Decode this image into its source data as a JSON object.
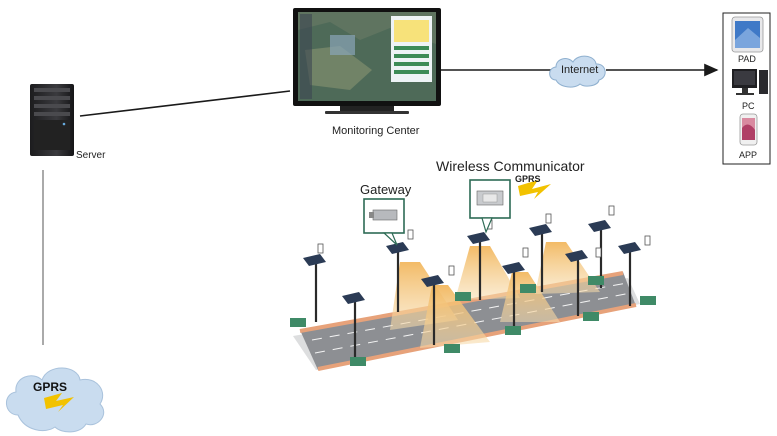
{
  "labels": {
    "server": "Server",
    "monitoring_center": "Monitoring Center",
    "internet": "Internet",
    "pad": "PAD",
    "pc": "PC",
    "app": "APP",
    "wireless_communicator": "Wireless Communicator",
    "gateway": "Gateway",
    "gprs_link": "GPRS",
    "gprs_cloud": "GPRS"
  },
  "colors": {
    "line": "#1a1a1a",
    "cloud_fill": "#c9dcef",
    "lightning": "#f2c200",
    "road": "#8d8f93",
    "curb": "#e7a27a",
    "light_cone": "#f3c98a",
    "battery_box": "#3f8a67",
    "monitor_map": "#5f7460",
    "server_body": "#2a2a2c"
  },
  "icons": [
    "server-icon",
    "monitor-icon",
    "internet-cloud-icon",
    "tablet-icon",
    "desktop-pc-icon",
    "smartphone-icon",
    "gateway-device-icon",
    "communicator-device-icon",
    "lightning-icon",
    "gprs-cloud-icon",
    "street-light-icon"
  ]
}
